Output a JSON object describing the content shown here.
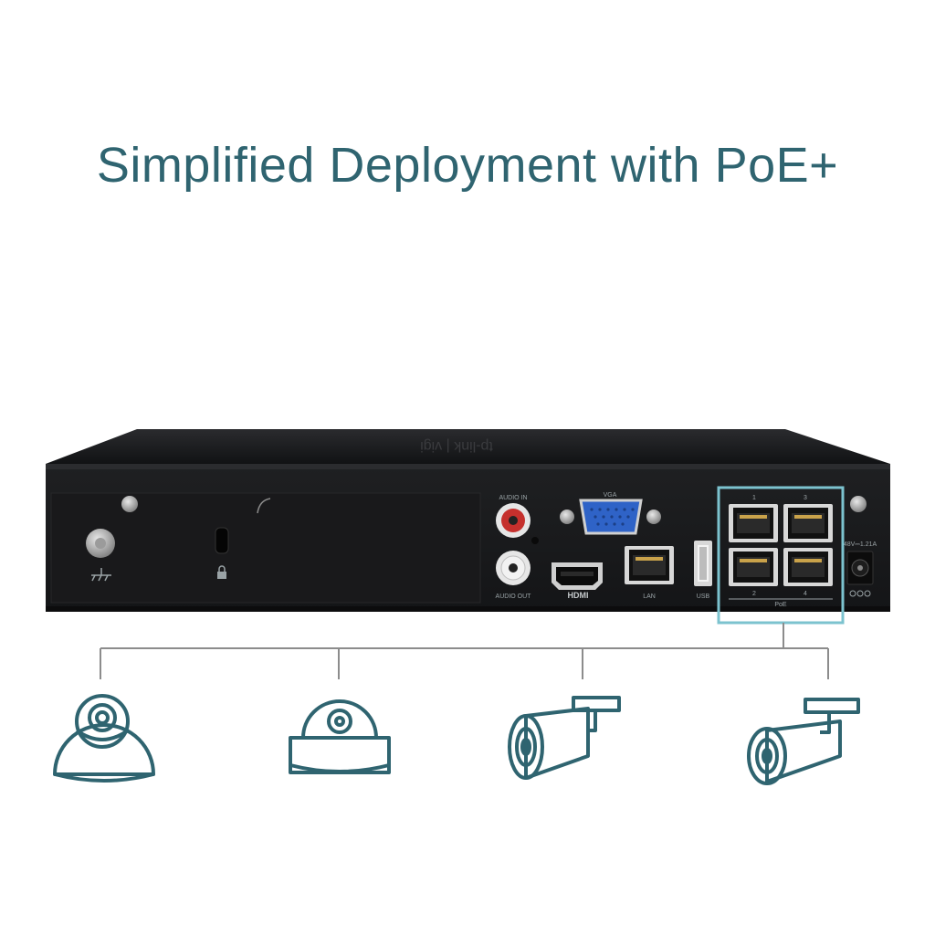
{
  "headline": "Simplified Deployment with PoE+",
  "device": {
    "port_labels": {
      "audio_in": "AUDIO IN",
      "audio_out": "AUDIO OUT",
      "vga": "VGA",
      "hdmi": "HDMI",
      "lan": "LAN",
      "usb": "USB",
      "poe": "PoE",
      "power": "48V⎓1.21A"
    },
    "poe_port_numbers": [
      "1",
      "3",
      "2",
      "4"
    ]
  },
  "cameras": [
    {
      "icon": "turret-camera-icon"
    },
    {
      "icon": "dome-camera-icon"
    },
    {
      "icon": "bullet-camera-icon"
    },
    {
      "icon": "bullet-camera-icon"
    }
  ],
  "colors": {
    "headline": "#2f6470",
    "accent_highlight": "#7cc3cf",
    "camera_stroke": "#2f6470",
    "connector_line": "#8c8c8c",
    "device_body": "#1b1c1e",
    "vga_blue": "#2f63c7",
    "audio_in_red": "#c5302d"
  }
}
